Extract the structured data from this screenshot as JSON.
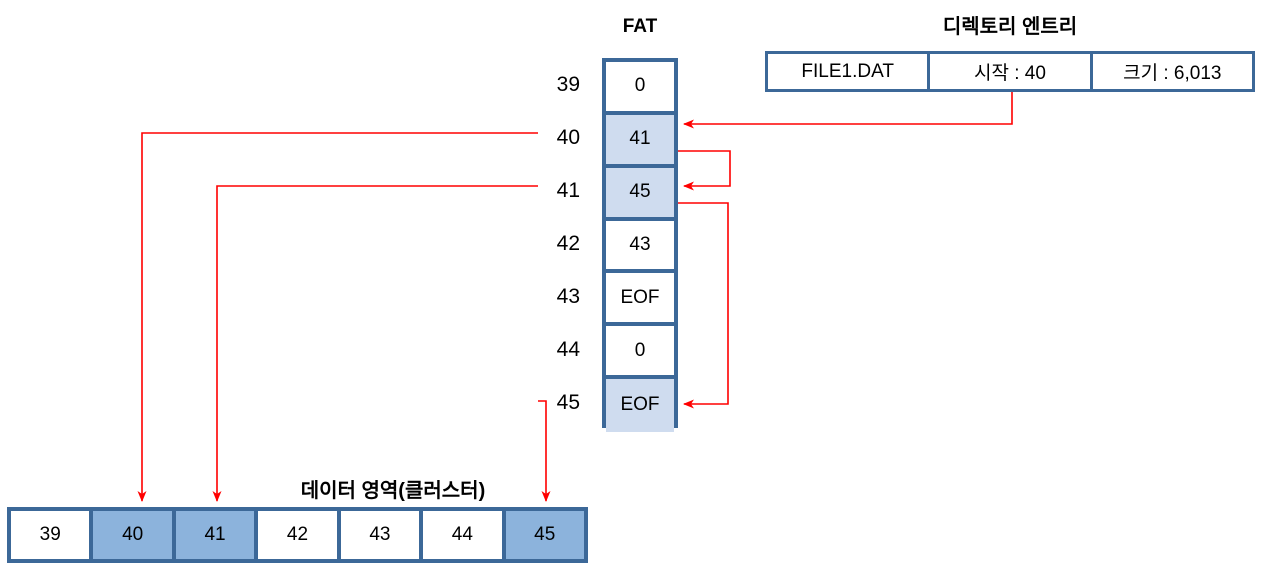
{
  "diagram": {
    "fat": {
      "title": "FAT",
      "rows": [
        {
          "index": "39",
          "value": "0",
          "highlighted": false
        },
        {
          "index": "40",
          "value": "41",
          "highlighted": true
        },
        {
          "index": "41",
          "value": "45",
          "highlighted": true
        },
        {
          "index": "42",
          "value": "43",
          "highlighted": false
        },
        {
          "index": "43",
          "value": "EOF",
          "highlighted": false
        },
        {
          "index": "44",
          "value": "0",
          "highlighted": false
        },
        {
          "index": "45",
          "value": "EOF",
          "highlighted": true
        }
      ]
    },
    "directory_entry": {
      "title": "디렉토리 엔트리",
      "cells": [
        {
          "label": "FILE1.DAT"
        },
        {
          "label": "시작 : 40"
        },
        {
          "label": "크기 : 6,013"
        }
      ]
    },
    "data_area": {
      "title": "데이터 영역(클러스터)",
      "cells": [
        {
          "label": "39",
          "highlighted": false
        },
        {
          "label": "40",
          "highlighted": true
        },
        {
          "label": "41",
          "highlighted": true
        },
        {
          "label": "42",
          "highlighted": false
        },
        {
          "label": "43",
          "highlighted": false
        },
        {
          "label": "44",
          "highlighted": false
        },
        {
          "label": "45",
          "highlighted": true
        }
      ]
    },
    "colors": {
      "box_border": "#3c6898",
      "fat_highlight": "#cfdcef",
      "cluster_highlight": "#8cb3dc",
      "arrow": "#ff0000",
      "text": "#000000"
    }
  }
}
